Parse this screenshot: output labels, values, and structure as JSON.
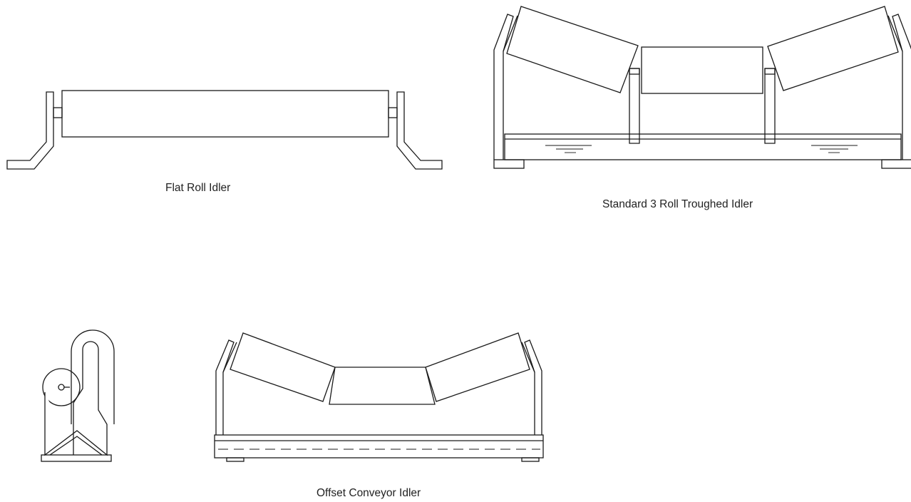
{
  "captions": {
    "flat_roll": "Flat Roll Idler",
    "troughed": "Standard 3 Roll Troughed Idler",
    "offset": "Offset Conveyor Idler"
  },
  "colors": {
    "line": "#1a1a1a",
    "background": "#ffffff"
  }
}
